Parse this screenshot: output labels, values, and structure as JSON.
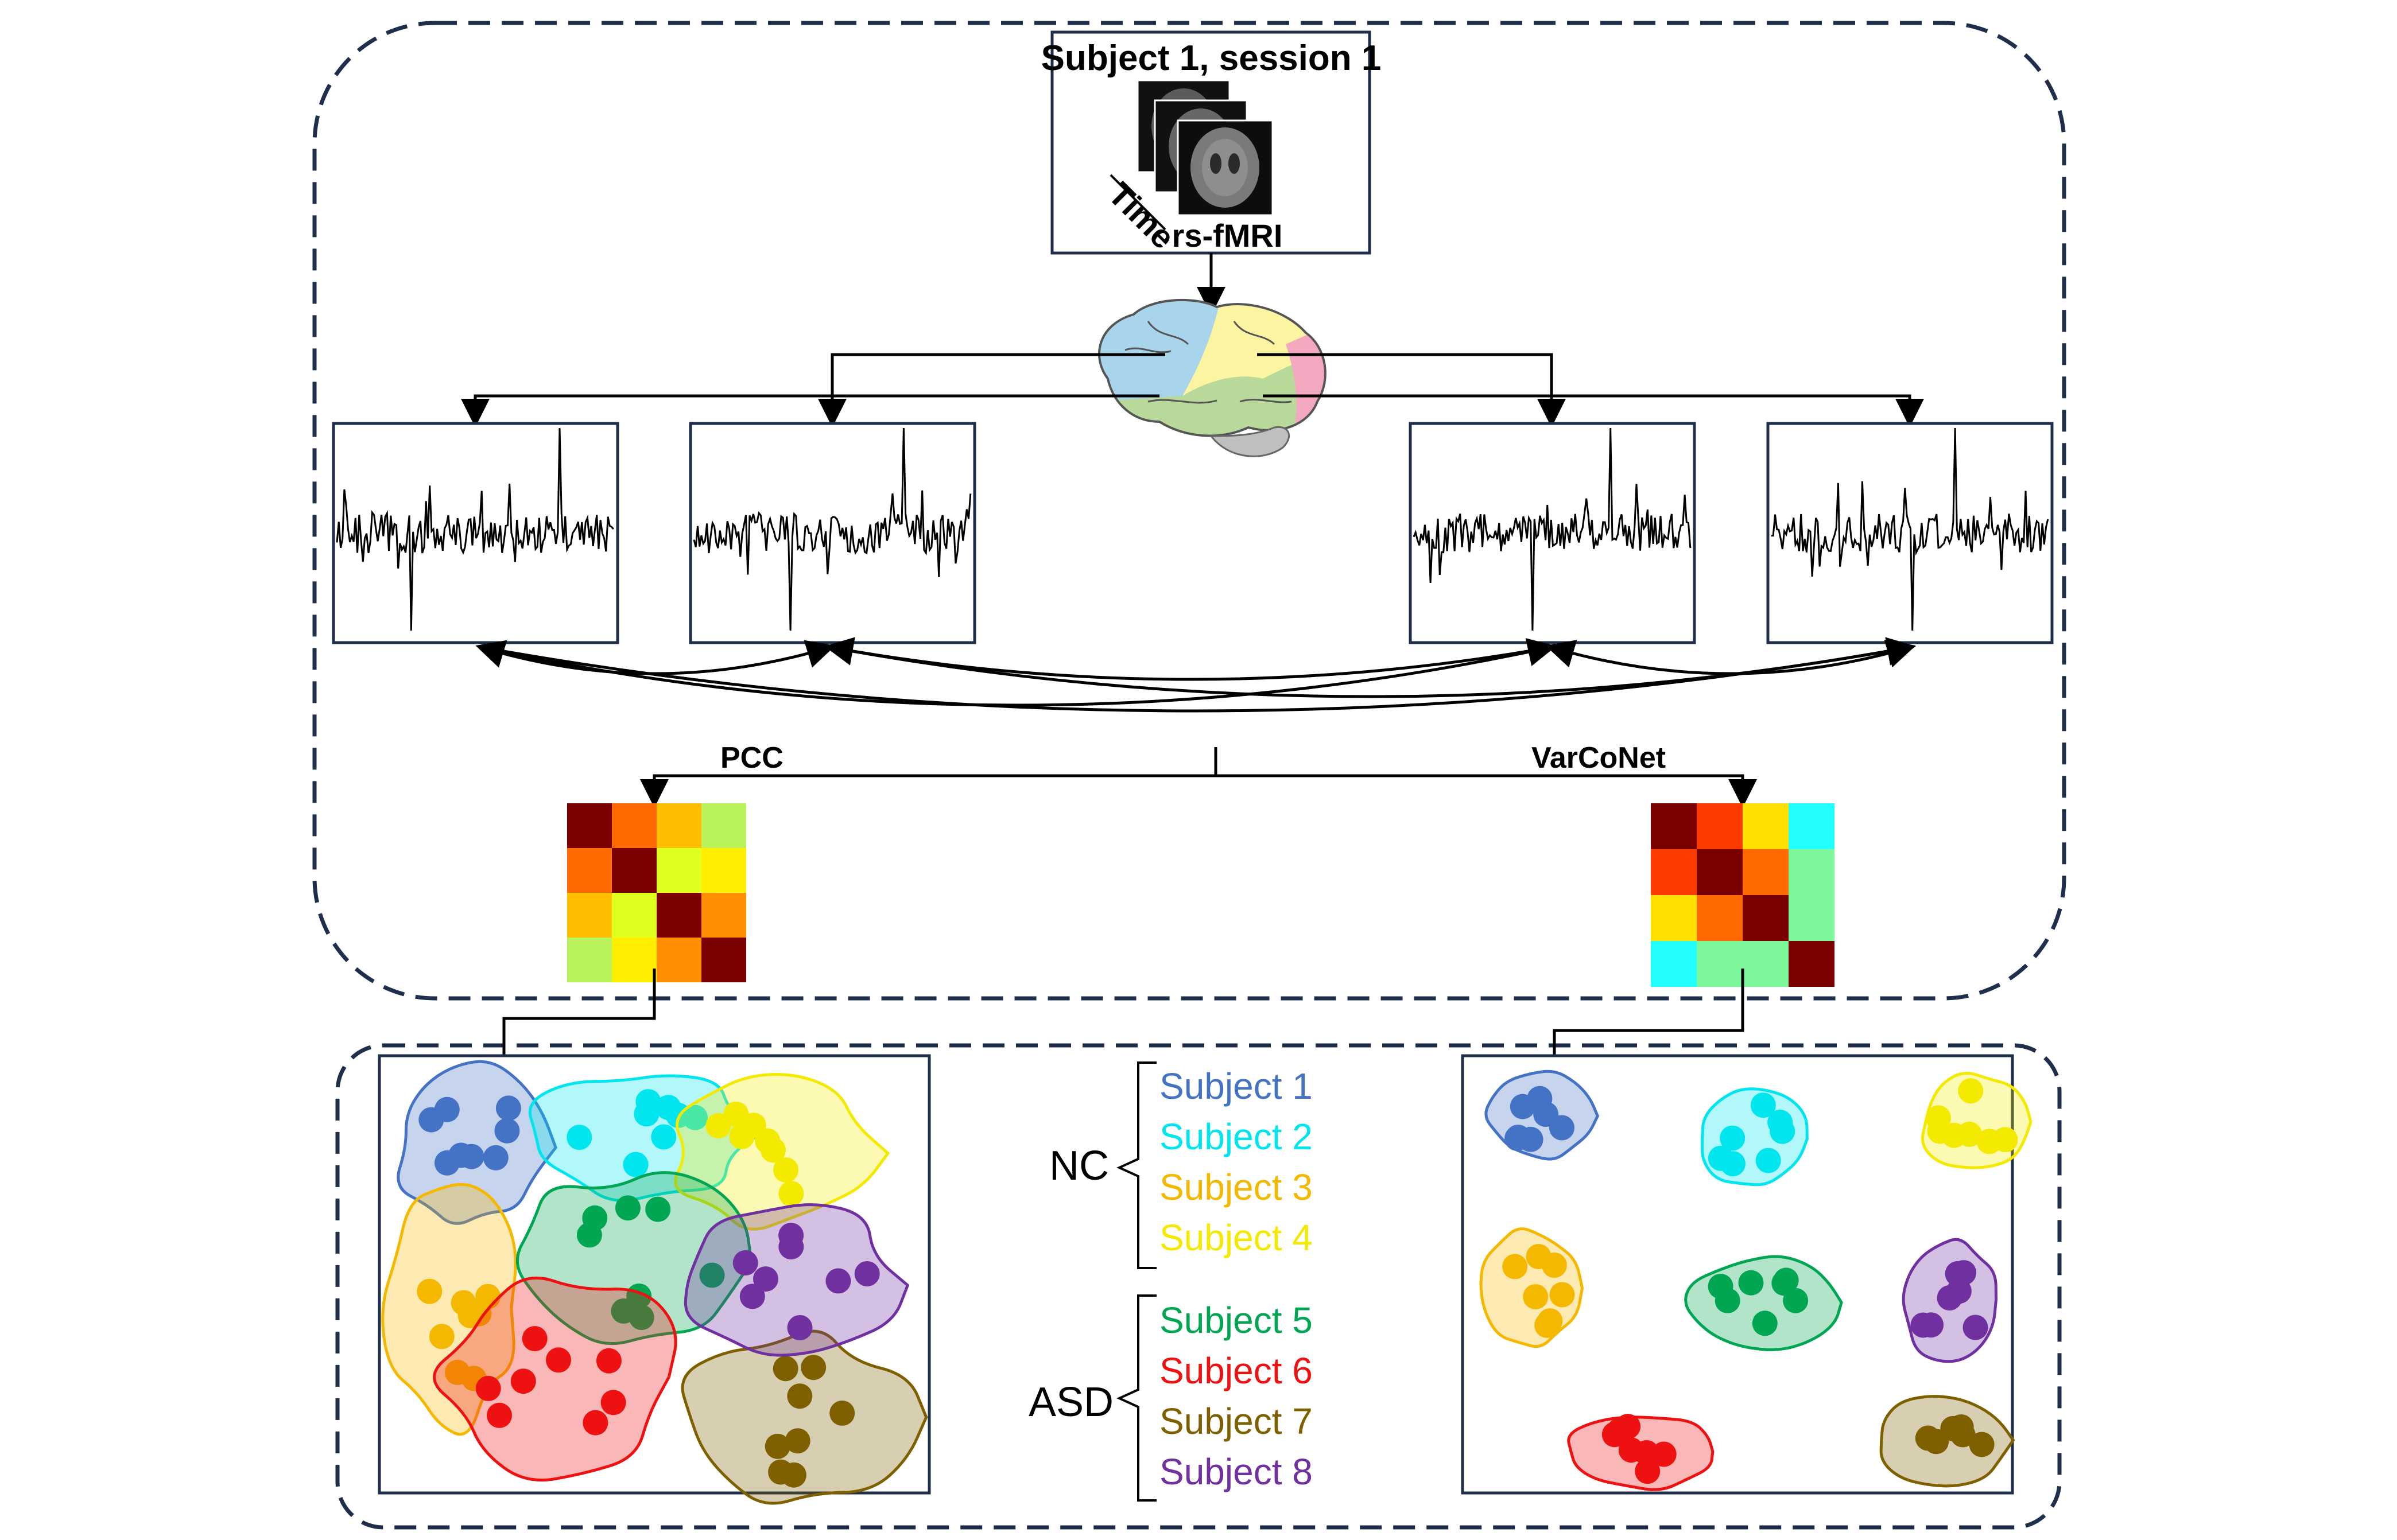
{
  "input": {
    "title": "Subject 1, session 1",
    "time_label": "Time",
    "modality_label": "rs-fMRI"
  },
  "methods": {
    "left": "PCC",
    "right": "VarCoNet"
  },
  "groups": {
    "nc_label": "NC",
    "asd_label": "ASD"
  },
  "subjects": [
    {
      "label": "Subject 1",
      "color": "#4472c4",
      "group": "NC"
    },
    {
      "label": "Subject 2",
      "color": "#00e5ee",
      "group": "NC"
    },
    {
      "label": "Subject 3",
      "color": "#f5b800",
      "group": "NC"
    },
    {
      "label": "Subject 4",
      "color": "#f3ea00",
      "group": "NC"
    },
    {
      "label": "Subject 5",
      "color": "#00a651",
      "group": "ASD"
    },
    {
      "label": "Subject 6",
      "color": "#ee1111",
      "group": "ASD"
    },
    {
      "label": "Subject 7",
      "color": "#7f6000",
      "group": "ASD"
    },
    {
      "label": "Subject 8",
      "color": "#7030a0",
      "group": "ASD"
    }
  ],
  "brain_regions": [
    {
      "name": "frontal",
      "color": "#a8d4ec"
    },
    {
      "name": "parietal",
      "color": "#fbf4a0"
    },
    {
      "name": "occipital",
      "color": "#f3a8bf"
    },
    {
      "name": "temporal",
      "color": "#b8d99a"
    },
    {
      "name": "cerebellum",
      "color": "#bfbfbf"
    }
  ],
  "matrices": {
    "pcc": [
      [
        "#7b0000",
        "#ff6a00",
        "#ffbf00",
        "#b9f25a"
      ],
      [
        "#ff6a00",
        "#7b0000",
        "#dfff1f",
        "#ffee00"
      ],
      [
        "#ffbf00",
        "#dfff1f",
        "#7b0000",
        "#ff8f00"
      ],
      [
        "#b9f25a",
        "#ffee00",
        "#ff8f00",
        "#7b0000"
      ]
    ],
    "varconet": [
      [
        "#7b0000",
        "#ff3c00",
        "#ffe000",
        "#22ffff"
      ],
      [
        "#ff3c00",
        "#7b0000",
        "#ff6a00",
        "#7cf79a"
      ],
      [
        "#ffe000",
        "#ff6a00",
        "#7b0000",
        "#7cf79a"
      ],
      [
        "#22ffff",
        "#7cf79a",
        "#7cf79a",
        "#7b0000"
      ]
    ]
  },
  "colors": {
    "frame_dash": "#1f2e4a",
    "panel_border": "#1f2e4a",
    "signal": "#000000"
  }
}
